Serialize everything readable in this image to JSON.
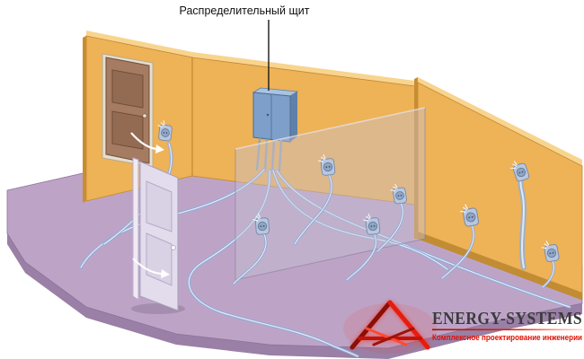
{
  "scene": {
    "label_distribution_board": "Распределительный щит"
  },
  "logo": {
    "name": "ENERGY-SYSTEMS",
    "tagline": "Комплексное проектирование инженерии"
  },
  "colors": {
    "background": "#ffffff",
    "wall": "#eeb257",
    "wall_top": "#f8d48e",
    "wall_edge": "#c98e33",
    "baseboard": "#c28c34",
    "floor": "#bda4c7",
    "floor_side": "#9a7fa6",
    "partition": "rgba(198,192,212,0.42)",
    "cable": "#93abd4",
    "distribution_box": "#7d9fc9",
    "distribution_box_side": "#5e80a9",
    "distribution_box_top": "#a9c3e2",
    "outlet_plate": "#b9c7de",
    "door_closed": "#a57b61",
    "door_open": "#e3dcec",
    "label_text": "#111111",
    "logo_text": "#3b3b3b",
    "logo_red": "#e01000"
  }
}
